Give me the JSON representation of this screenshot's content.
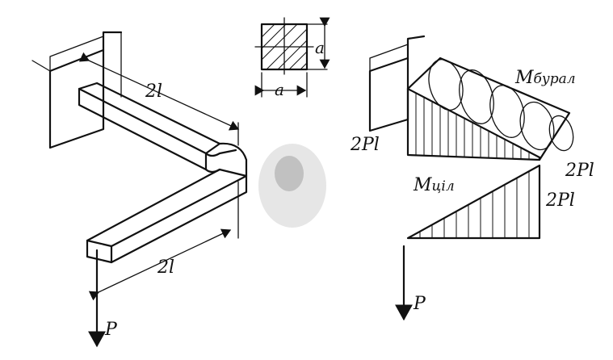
{
  "labels": {
    "length_top": "2l",
    "length_bottom": "2l",
    "section_side_vertical": "a",
    "section_side_horizontal": "a",
    "load_left": "P",
    "load_right": "P",
    "bending_moment_label": "M",
    "bending_moment_subscript": "бурал",
    "bending_moment_value_left": "2Pl",
    "bending_moment_value_right": "2Pl",
    "shear_moment_label": "M",
    "shear_moment_subscript": "ціл",
    "shear_moment_value": "2Pl"
  },
  "colors": {
    "ink": "#111111",
    "background": "#ffffff"
  }
}
